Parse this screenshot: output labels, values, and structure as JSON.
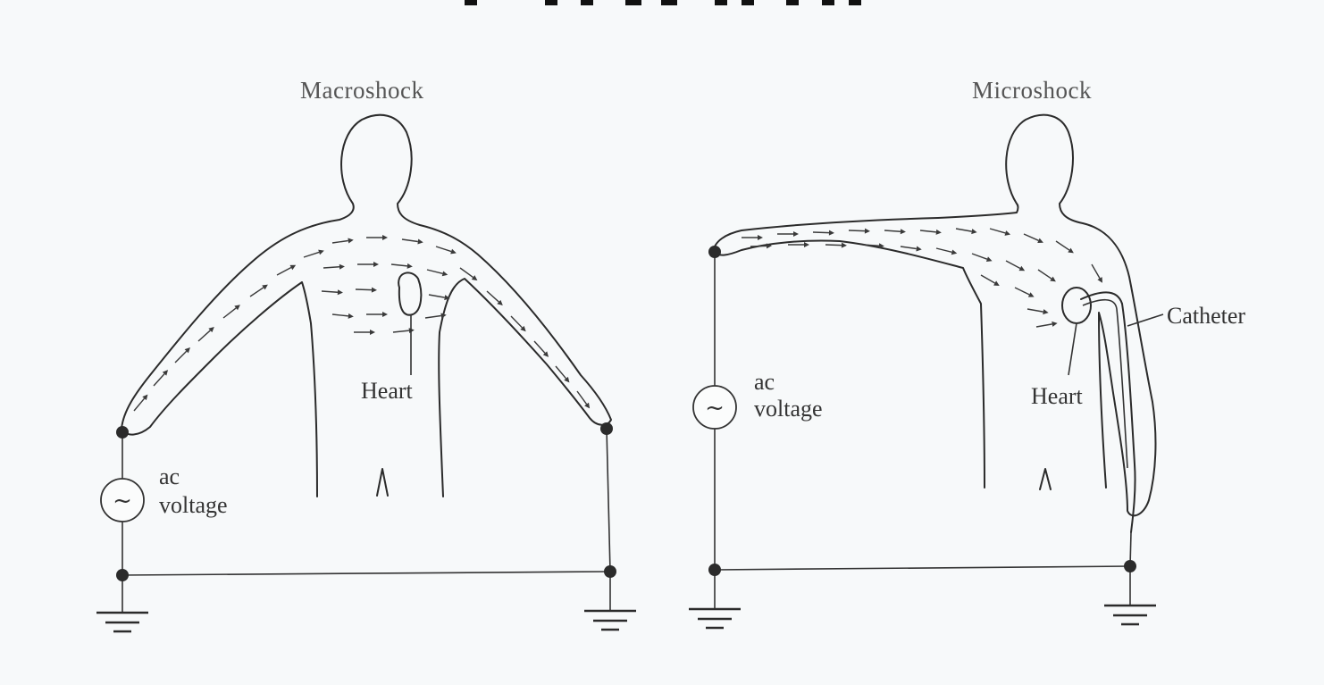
{
  "panels": {
    "macro": {
      "title": "Macroshock",
      "heart_label": "Heart",
      "source_symbol": "~",
      "voltage_line1": "ac",
      "voltage_line2": "voltage"
    },
    "micro": {
      "title": "Microshock",
      "heart_label": "Heart",
      "catheter_label": "Catheter",
      "source_symbol": "~",
      "voltage_line1": "ac",
      "voltage_line2": "voltage"
    }
  },
  "colors": {
    "background": "#f7f9fa",
    "ink": "#2b2b2b"
  }
}
